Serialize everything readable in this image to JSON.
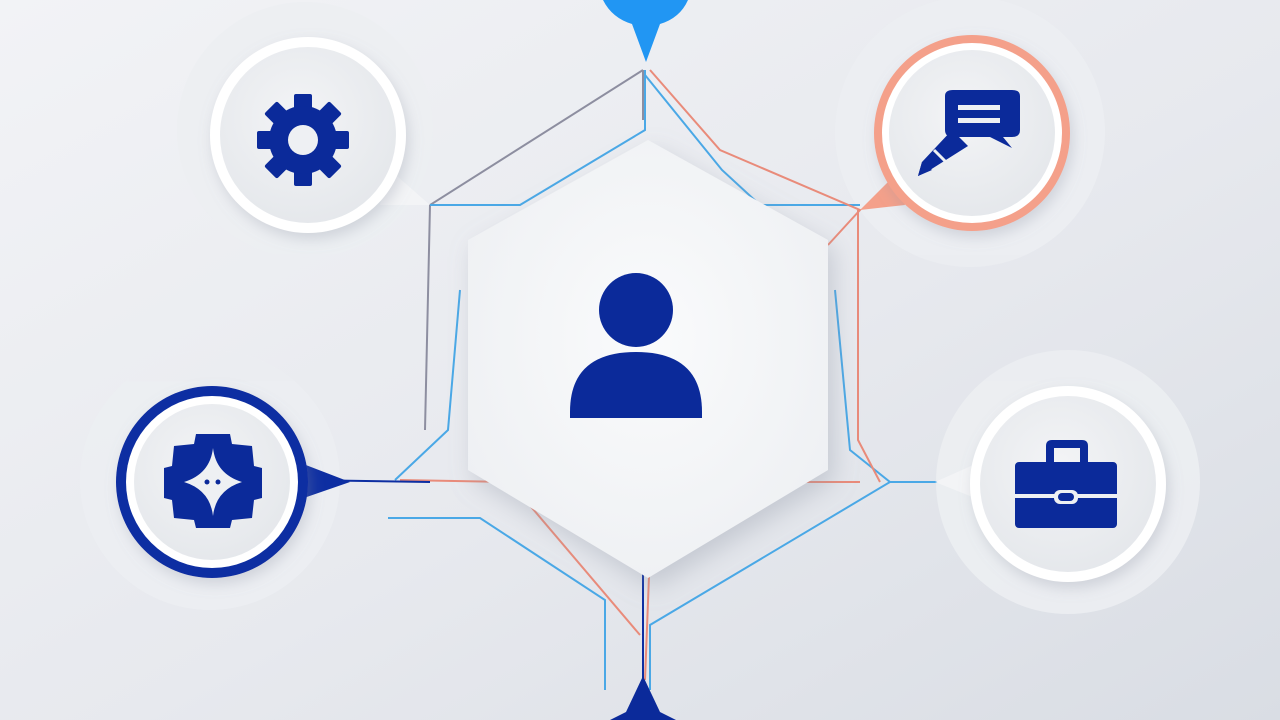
{
  "diagram": {
    "hub": {
      "icon": "user-icon"
    },
    "nodes": [
      {
        "id": "settings",
        "icon": "gear-icon",
        "ring": "neutral"
      },
      {
        "id": "chat",
        "icon": "chat-pen-icon",
        "ring": "accent"
      },
      {
        "id": "idea",
        "icon": "sparkle-badge-icon",
        "ring": "primary"
      },
      {
        "id": "business",
        "icon": "briefcase-icon",
        "ring": "neutral"
      }
    ],
    "top_pin": {
      "icon": "map-pin-icon"
    },
    "bottom_pin": {
      "icon": "map-pin-icon"
    }
  },
  "colors": {
    "background": "#e6e9ee",
    "hub_fill": "#f6f7f9",
    "icon": "#0b2a9a",
    "primary_ring": "#0d2ea2",
    "accent_ring": "#f4a08a",
    "line_blue": "#4aa8e6",
    "line_red": "#e98b7a",
    "line_gray": "#8d8ea0",
    "pin_top": "#2196f3",
    "pin_bottom": "#0b2a9a"
  }
}
